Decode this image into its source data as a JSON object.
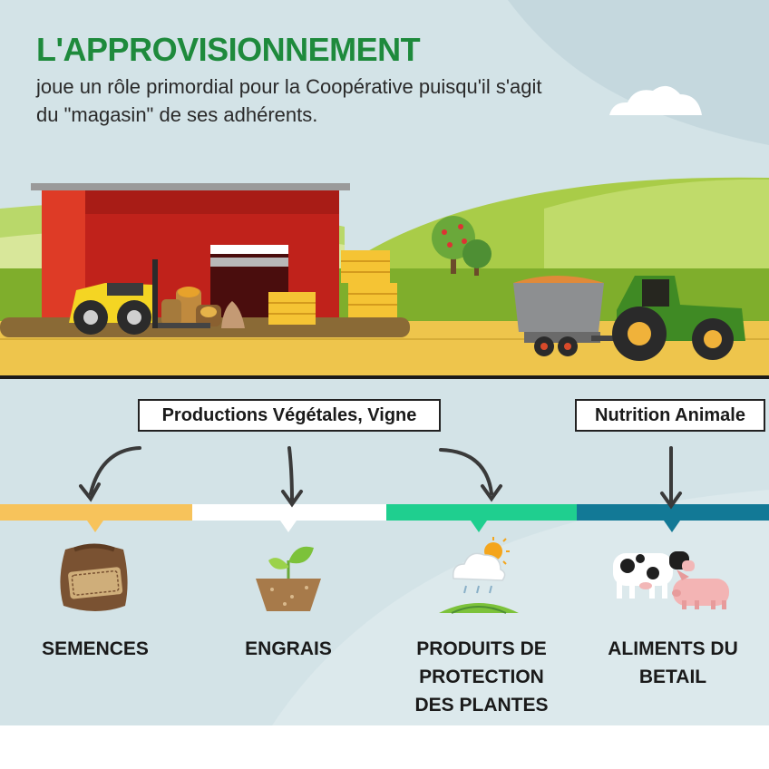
{
  "header": {
    "title": "L'APPROVISIONNEMENT",
    "subtitle_line1": "joue un rôle primordial pour la Coopérative puisqu'il s'agit",
    "subtitle_line2": "du \"magasin\" de ses adhérents."
  },
  "groups": {
    "vegetal": "Productions Végétales, Vigne",
    "animal": "Nutrition Animale"
  },
  "categories": [
    {
      "label_line1": "SEMENCES",
      "label_line2": "",
      "label_line3": "",
      "color": "#f7c35b",
      "icon": "seed-bag-icon"
    },
    {
      "label_line1": "ENGRAIS",
      "label_line2": "",
      "label_line3": "",
      "color": "#ffffff",
      "icon": "sprout-pot-icon"
    },
    {
      "label_line1": "PRODUITS DE",
      "label_line2": "PROTECTION",
      "label_line3": "DES PLANTES",
      "color": "#1fcf8f",
      "icon": "weather-field-icon"
    },
    {
      "label_line1": "ALIMENTS DU",
      "label_line2": "BETAIL",
      "label_line3": "",
      "color": "#127996",
      "icon": "cow-pig-icon"
    }
  ],
  "colors": {
    "sky": "#cfe0e6",
    "title_green": "#1e8a3c",
    "barn_red": "#c0221b",
    "ground_yellow": "#eec54c",
    "tractor_green": "#3f8a24"
  }
}
